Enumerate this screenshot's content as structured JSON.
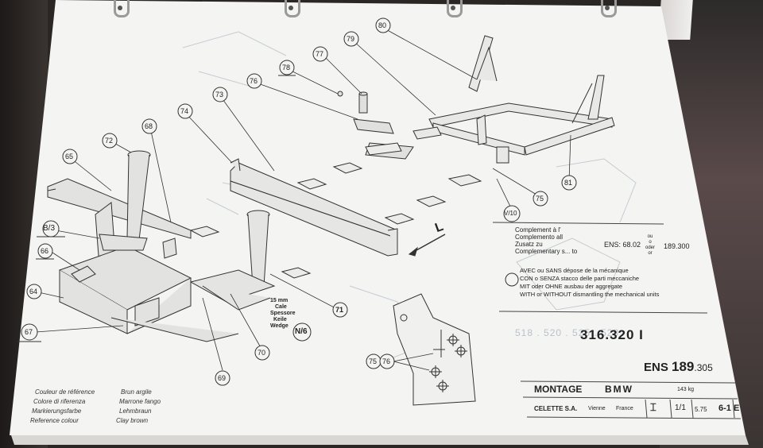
{
  "callouts": [
    {
      "id": "c65",
      "text": "65",
      "underline": false
    },
    {
      "id": "c72",
      "text": "72",
      "underline": false
    },
    {
      "id": "c68",
      "text": "68",
      "underline": false
    },
    {
      "id": "c74",
      "text": "74",
      "underline": false
    },
    {
      "id": "c73",
      "text": "73",
      "underline": false
    },
    {
      "id": "c76",
      "text": "76",
      "underline": false
    },
    {
      "id": "c78",
      "text": "78",
      "underline": true
    },
    {
      "id": "c77",
      "text": "77",
      "underline": false
    },
    {
      "id": "c79",
      "text": "79",
      "underline": false
    },
    {
      "id": "c80",
      "text": "80",
      "underline": false
    },
    {
      "id": "c81",
      "text": "81",
      "underline": false
    },
    {
      "id": "c75",
      "text": "75",
      "underline": false
    },
    {
      "id": "cV10",
      "text": "V/10",
      "underline": false
    },
    {
      "id": "cB3",
      "text": "B/3",
      "underline": true
    },
    {
      "id": "c66",
      "text": "66",
      "underline": true
    },
    {
      "id": "c64",
      "text": "64",
      "underline": false
    },
    {
      "id": "c67",
      "text": "67",
      "underline": true
    },
    {
      "id": "c69",
      "text": "69",
      "underline": false
    },
    {
      "id": "c70",
      "text": "70",
      "underline": false
    },
    {
      "id": "c71",
      "text": "71",
      "underline": false
    },
    {
      "id": "cN6",
      "text": "N/6",
      "underline": false
    },
    {
      "id": "c75b",
      "text": "75",
      "underline": false
    },
    {
      "id": "c76b",
      "text": "76",
      "underline": false
    }
  ],
  "wedge_note": [
    "15 mm",
    "Cale",
    "Spessore",
    "Keile",
    "Wedge"
  ],
  "arrow_letter": "L",
  "complement": {
    "lines": [
      "Complement à l'",
      "Complemento all",
      "Zusatz zu",
      "Complementary s... to"
    ],
    "ens_label": "ENS: 68.02",
    "or_words": [
      "ou",
      "o",
      "oder",
      "or"
    ],
    "value": "189.300"
  },
  "mechanical": {
    "lines": [
      "AVEC ou SANS dépose de la mécanique",
      "CON o SENZA stacco delle parti meccaniche",
      "MIT oder OHNE ausbau der aggregate",
      "WITH or WITHOUT dismantling the mechanical units"
    ]
  },
  "ref_number": "316.320 I",
  "ens_number": {
    "prefix": "ENS",
    "main": "189",
    "suffix": ".305"
  },
  "title_block": {
    "montage": "MONTAGE",
    "brand": "BMW",
    "weight": "143 kg",
    "company": "CELETTE S.A.",
    "city": "Vienne",
    "country": "France",
    "sheet": "1/1",
    "date": "5.75",
    "code": "6-1 E"
  },
  "colour_legend": [
    {
      "label": "Couleur de référence",
      "value": "Brun argile"
    },
    {
      "label": "Colore di riferenza",
      "value": "Marrone fango"
    },
    {
      "label": "Markierungsfarbe",
      "value": "Lehmbraun"
    },
    {
      "label": "Reference colour",
      "value": "Clay brown"
    }
  ],
  "background_faint": "518 . 520 . 525 . 528"
}
